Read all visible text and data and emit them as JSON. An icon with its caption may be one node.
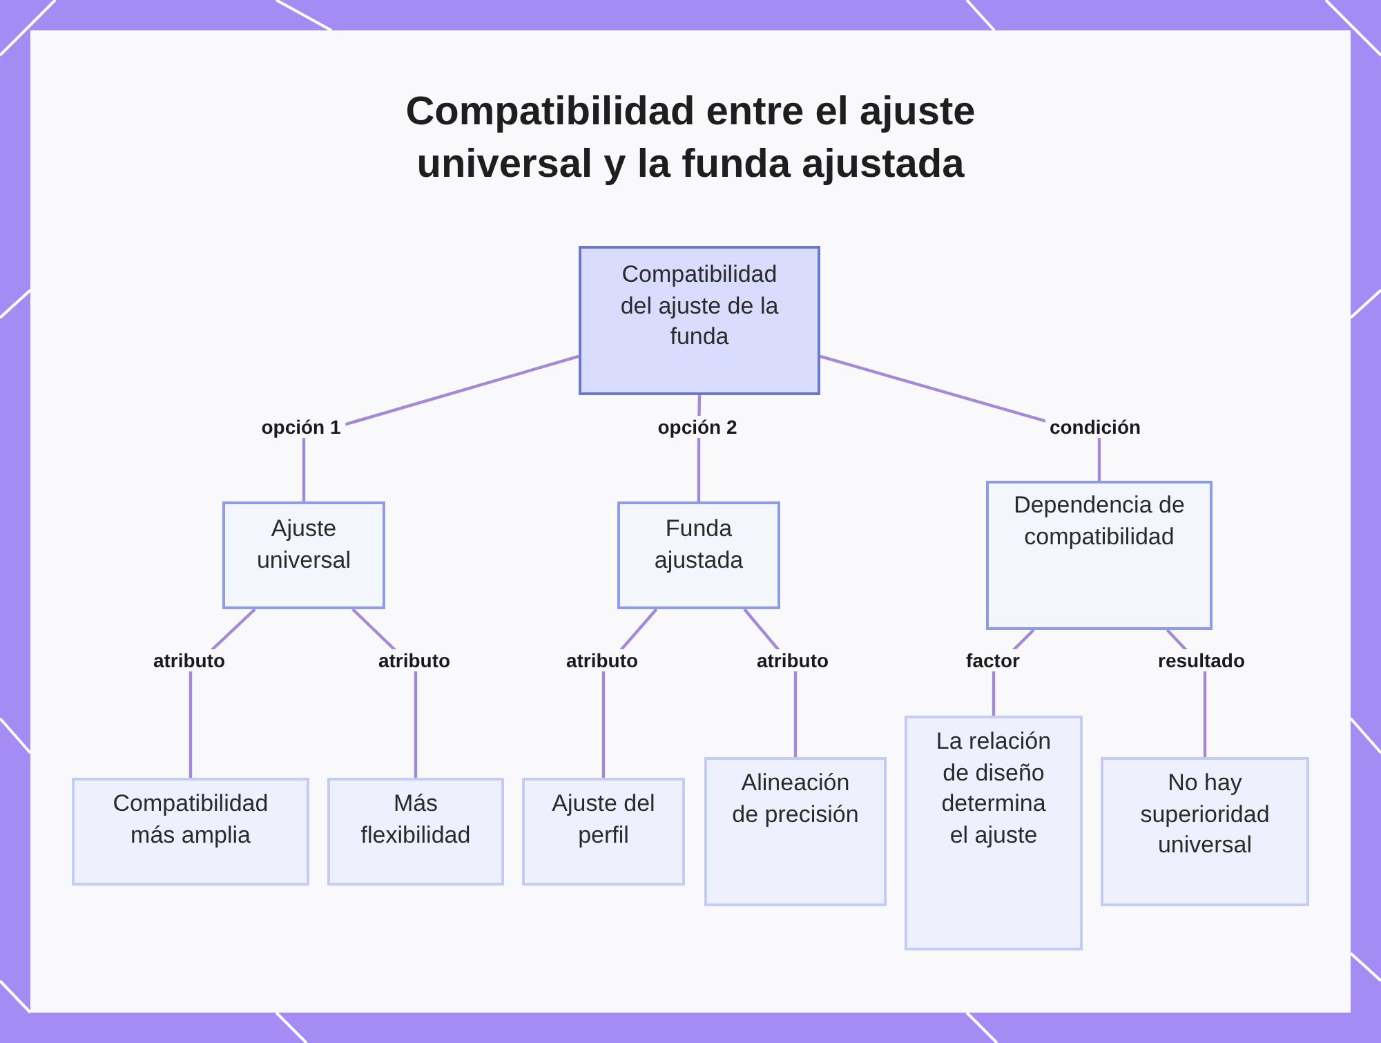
{
  "diagram": {
    "title": "Compatibilidad entre el ajuste universal y la funda ajustada",
    "nodes": [
      {
        "text": [
          "Compatibilidad del ajuste de la funda"
        ]
      },
      {
        "text": [
          "Ajuste universal"
        ]
      },
      {
        "text": [
          "Funda ajustada"
        ]
      },
      {
        "text": [
          "Dependencia de compatibilidad"
        ]
      },
      {
        "text": [
          "Compatibilidad más amplia"
        ]
      },
      {
        "text": [
          "Más flexibilidad"
        ]
      },
      {
        "text": [
          "Ajuste del perfil"
        ]
      },
      {
        "text": [
          "Alineación de precisión"
        ]
      },
      {
        "text": [
          "La relación de diseño determina el ajuste"
        ]
      },
      {
        "text": [
          "No hay superioridad universal"
        ]
      }
    ],
    "edges": [
      {
        "from": 0,
        "to": 1,
        "arrow": "none",
        "label": "opción 1"
      },
      {
        "from": 0,
        "to": 2,
        "arrow": "none",
        "label": "opción 2"
      },
      {
        "from": 0,
        "to": 3,
        "arrow": "none",
        "label": "condición"
      },
      {
        "from": 1,
        "to": 4,
        "arrow": "none",
        "label": "atributo"
      },
      {
        "from": 1,
        "to": 5,
        "arrow": "none",
        "label": "atributo"
      },
      {
        "from": 2,
        "to": 6,
        "arrow": "none",
        "label": "atributo"
      },
      {
        "from": 2,
        "to": 7,
        "arrow": "none",
        "label": "atributo"
      },
      {
        "from": 3,
        "to": 8,
        "arrow": "none",
        "label": "factor"
      },
      {
        "from": 3,
        "to": 9,
        "arrow": "none",
        "label": "resultado"
      }
    ]
  }
}
